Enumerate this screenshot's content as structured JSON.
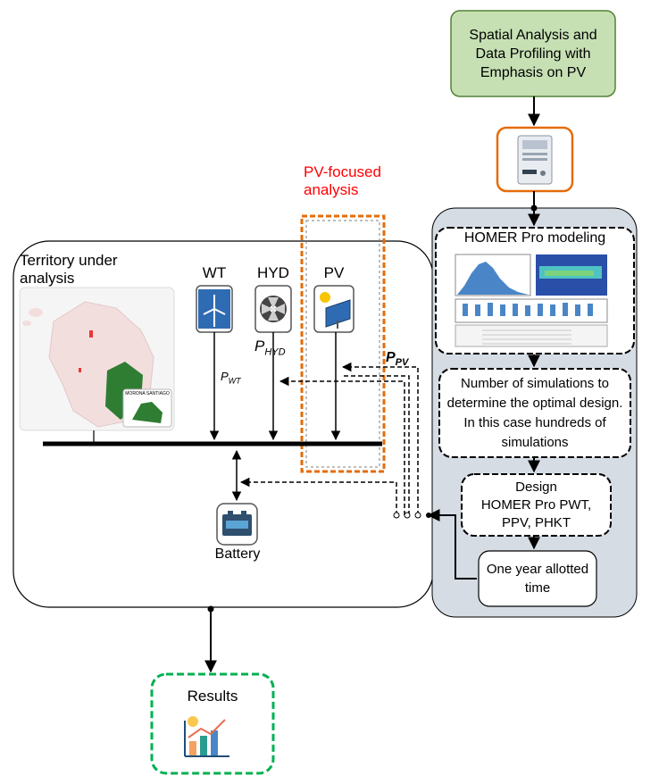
{
  "spatial_box": {
    "text": "Spatial Analysis and Data Profiling with Emphasis on PV"
  },
  "pv_focus_label": "PV-focused analysis",
  "territory": {
    "title": "Territory under analysis",
    "map_inset_label": "MORONA SANTIAGO"
  },
  "sources": {
    "wt": "WT",
    "hyd": "HYD",
    "pv": "PV"
  },
  "powers": {
    "hyd_main": "P",
    "hyd_sub": "HYD",
    "wt_main": "P",
    "wt_sub": "WT",
    "pv_main": "P",
    "pv_sub": "PV"
  },
  "battery_label": "Battery",
  "homer": {
    "title": "HOMER Pro modeling",
    "simulations": "Number of simulations to determine the optimal design. In this case hundreds of simulations",
    "design_title": "Design",
    "design_text": "HOMER Pro PWT, PPV, PHKT",
    "time_text": "One year allotted time"
  },
  "results_label": "Results",
  "colors": {
    "green_fill": "#c6e0b4",
    "green_border": "#548235",
    "orange": "#e46c0a",
    "red_text": "#ff0000",
    "panel_gray": "#d6dce4",
    "results_border": "#00b050",
    "map_green": "#2e7d32"
  }
}
